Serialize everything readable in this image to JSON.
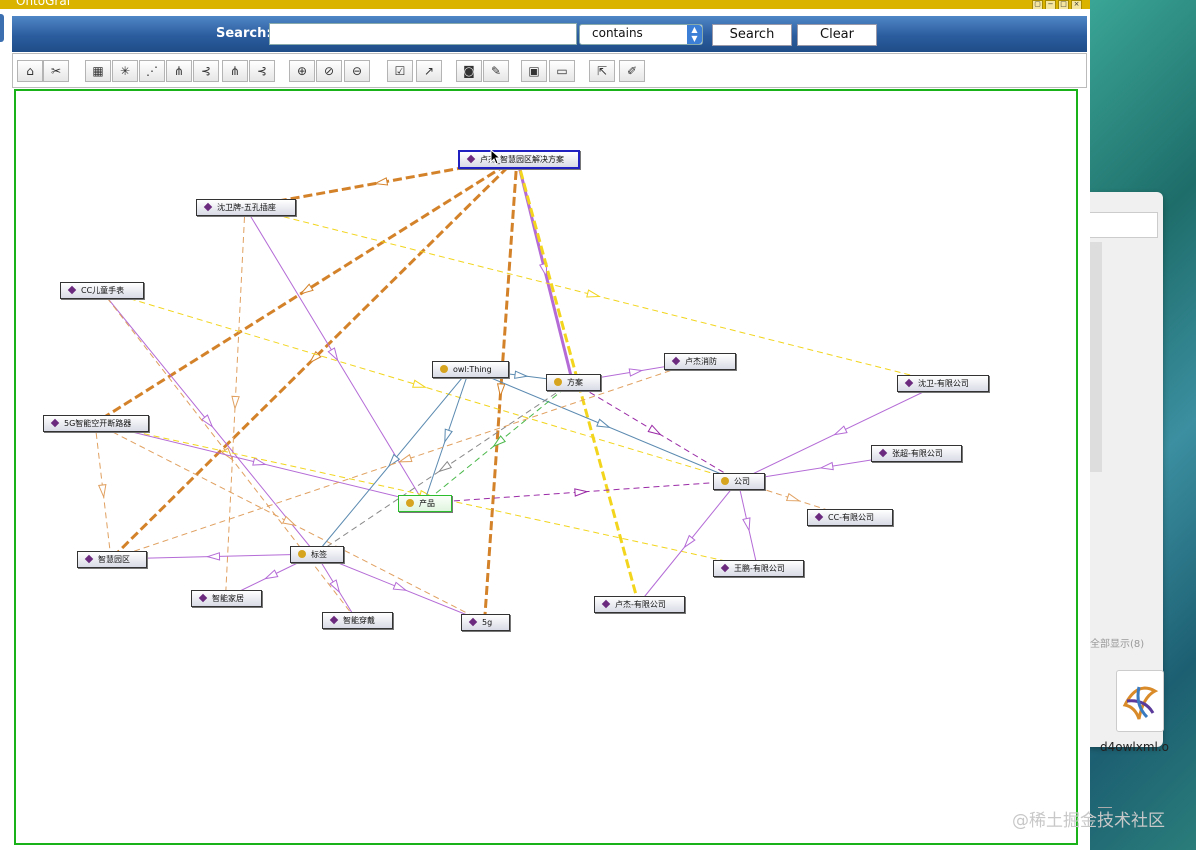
{
  "window": {
    "title": "OntoGraf"
  },
  "search": {
    "label": "Search:",
    "value": "",
    "mode": "contains",
    "search_button": "Search",
    "clear_button": "Clear"
  },
  "toolbar": {
    "buttons": [
      {
        "name": "home-icon",
        "glyph": "⌂"
      },
      {
        "name": "scissors-icon",
        "glyph": "✂"
      },
      {
        "name": "grid-layout-icon",
        "glyph": "▦"
      },
      {
        "name": "spring-layout-icon",
        "glyph": "✳"
      },
      {
        "name": "diagonal-layout-icon",
        "glyph": "⋰"
      },
      {
        "name": "tree-layout-icon",
        "glyph": "⋔"
      },
      {
        "name": "horizontal-tree-icon",
        "glyph": "⊰"
      },
      {
        "name": "vertical-tree-icon",
        "glyph": "⋔"
      },
      {
        "name": "radial-tree-icon",
        "glyph": "⊰"
      },
      {
        "name": "zoom-in-icon",
        "glyph": "⊕"
      },
      {
        "name": "zoom-reset-icon",
        "glyph": "⊘"
      },
      {
        "name": "zoom-out-icon",
        "glyph": "⊖"
      },
      {
        "name": "filter-nodes-icon",
        "glyph": "☑"
      },
      {
        "name": "filter-arcs-icon",
        "glyph": "↗"
      },
      {
        "name": "camera-icon",
        "glyph": "◙"
      },
      {
        "name": "edit-icon",
        "glyph": "✎"
      },
      {
        "name": "save-icon",
        "glyph": "▣"
      },
      {
        "name": "open-folder-icon",
        "glyph": "▭"
      },
      {
        "name": "export-icon",
        "glyph": "⇱"
      },
      {
        "name": "notes-icon",
        "glyph": "✐"
      }
    ]
  },
  "graph": {
    "nodes": [
      {
        "id": "n1",
        "label": "卢杰_智慧园区解决方案",
        "type": "individual",
        "selected": true
      },
      {
        "id": "n2",
        "label": "沈卫牌-五孔插座",
        "type": "individual"
      },
      {
        "id": "n3",
        "label": "CC儿童手表",
        "type": "individual"
      },
      {
        "id": "n4",
        "label": "5G智能空开断路器",
        "type": "individual"
      },
      {
        "id": "n5",
        "label": "owl:Thing",
        "type": "class"
      },
      {
        "id": "n6",
        "label": "方案",
        "type": "class"
      },
      {
        "id": "n7",
        "label": "卢杰消防",
        "type": "individual"
      },
      {
        "id": "n8",
        "label": "沈卫-有限公司",
        "type": "individual"
      },
      {
        "id": "n9",
        "label": "张超-有限公司",
        "type": "individual"
      },
      {
        "id": "n10",
        "label": "公司",
        "type": "class"
      },
      {
        "id": "n11",
        "label": "CC-有限公司",
        "type": "individual"
      },
      {
        "id": "n12",
        "label": "产品",
        "type": "class",
        "highlight": true
      },
      {
        "id": "n13",
        "label": "智慧园区",
        "type": "individual"
      },
      {
        "id": "n14",
        "label": "标签",
        "type": "class"
      },
      {
        "id": "n15",
        "label": "王鹏-有限公司",
        "type": "individual"
      },
      {
        "id": "n16",
        "label": "智能家居",
        "type": "individual"
      },
      {
        "id": "n17",
        "label": "智能穿戴",
        "type": "individual"
      },
      {
        "id": "n18",
        "label": "5g",
        "type": "individual"
      },
      {
        "id": "n19",
        "label": "卢杰-有限公司",
        "type": "individual"
      }
    ],
    "edges": [
      {
        "from": "n1",
        "to": "n2",
        "color": "#d4822a",
        "dashed": true,
        "width": 3
      },
      {
        "from": "n1",
        "to": "n4",
        "color": "#d4822a",
        "dashed": true,
        "width": 3
      },
      {
        "from": "n1",
        "to": "n13",
        "color": "#d4822a",
        "dashed": true,
        "width": 3
      },
      {
        "from": "n1",
        "to": "n18",
        "color": "#d4822a",
        "dashed": true,
        "width": 3
      },
      {
        "from": "n1",
        "to": "n6",
        "color": "#b46bd6",
        "dashed": false,
        "width": 3
      },
      {
        "from": "n1",
        "to": "n19",
        "color": "#f2d51c",
        "dashed": true,
        "width": 3
      },
      {
        "from": "n2",
        "to": "n12",
        "color": "#b46bd6",
        "dashed": false,
        "width": 1
      },
      {
        "from": "n2",
        "to": "n8",
        "color": "#f2d51c",
        "dashed": true,
        "width": 1
      },
      {
        "from": "n2",
        "to": "n16",
        "color": "#e0a060",
        "dashed": true,
        "width": 1
      },
      {
        "from": "n3",
        "to": "n14",
        "color": "#b46bd6",
        "dashed": false,
        "width": 1
      },
      {
        "from": "n3",
        "to": "n10",
        "color": "#f2d51c",
        "dashed": true,
        "width": 1
      },
      {
        "from": "n3",
        "to": "n17",
        "color": "#e0a060",
        "dashed": true,
        "width": 1
      },
      {
        "from": "n4",
        "to": "n12",
        "color": "#b46bd6",
        "dashed": false,
        "width": 1
      },
      {
        "from": "n4",
        "to": "n15",
        "color": "#f2d51c",
        "dashed": true,
        "width": 1
      },
      {
        "from": "n4",
        "to": "n13",
        "color": "#e0a060",
        "dashed": true,
        "width": 1
      },
      {
        "from": "n4",
        "to": "n18",
        "color": "#e0a060",
        "dashed": true,
        "width": 1
      },
      {
        "from": "n5",
        "to": "n6",
        "color": "#5b8ab0",
        "dashed": false,
        "width": 1
      },
      {
        "from": "n5",
        "to": "n10",
        "color": "#5b8ab0",
        "dashed": false,
        "width": 1
      },
      {
        "from": "n5",
        "to": "n12",
        "color": "#5b8ab0",
        "dashed": false,
        "width": 1
      },
      {
        "from": "n5",
        "to": "n14",
        "color": "#5b8ab0",
        "dashed": false,
        "width": 1
      },
      {
        "from": "n6",
        "to": "n7",
        "color": "#b46bd6",
        "dashed": false,
        "width": 1
      },
      {
        "from": "n6",
        "to": "n10",
        "color": "#9a2aa6",
        "dashed": true,
        "width": 1
      },
      {
        "from": "n6",
        "to": "n12",
        "color": "#4ab84a",
        "dashed": true,
        "width": 1
      },
      {
        "from": "n6",
        "to": "n14",
        "color": "#888888",
        "dashed": true,
        "width": 1
      },
      {
        "from": "n7",
        "to": "n13",
        "color": "#e0a060",
        "dashed": true,
        "width": 1
      },
      {
        "from": "n8",
        "to": "n10",
        "color": "#b46bd6",
        "dashed": false,
        "width": 1
      },
      {
        "from": "n9",
        "to": "n10",
        "color": "#b46bd6",
        "dashed": false,
        "width": 1
      },
      {
        "from": "n10",
        "to": "n11",
        "color": "#e0a060",
        "dashed": true,
        "width": 1
      },
      {
        "from": "n10",
        "to": "n15",
        "color": "#b46bd6",
        "dashed": false,
        "width": 1
      },
      {
        "from": "n10",
        "to": "n19",
        "color": "#b46bd6",
        "dashed": false,
        "width": 1
      },
      {
        "from": "n12",
        "to": "n10",
        "color": "#9a2aa6",
        "dashed": true,
        "width": 1
      },
      {
        "from": "n14",
        "to": "n13",
        "color": "#b46bd6",
        "dashed": false,
        "width": 1
      },
      {
        "from": "n14",
        "to": "n16",
        "color": "#b46bd6",
        "dashed": false,
        "width": 1
      },
      {
        "from": "n14",
        "to": "n17",
        "color": "#b46bd6",
        "dashed": false,
        "width": 1
      },
      {
        "from": "n14",
        "to": "n18",
        "color": "#b46bd6",
        "dashed": false,
        "width": 1
      }
    ]
  },
  "side_window": {
    "hint_text": "全部显示(8)",
    "file_name": "d4owlxml.o"
  },
  "watermark": "@稀土掘金技术社区"
}
